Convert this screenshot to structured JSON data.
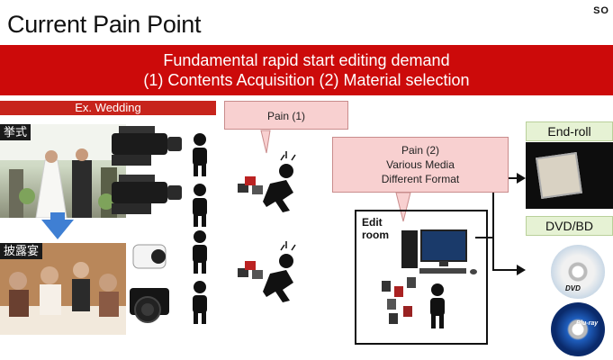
{
  "slide": {
    "title": "Current Pain Point",
    "brand": "SO"
  },
  "banner": {
    "line1": "Fundamental rapid start editing demand",
    "line2": "(1) Contents Acquisition (2) Material selection"
  },
  "left": {
    "section_label": "Ex. Wedding",
    "ceremony_label": "挙式",
    "reception_label": "披露宴"
  },
  "callouts": {
    "pain1": "Pain (1)",
    "pain2_line1": "Pain (2)",
    "pain2_line2": "Various Media",
    "pain2_line3": "Different Format"
  },
  "edit_room": {
    "line1": "Edit",
    "line2": "room"
  },
  "outputs": {
    "endroll": "End-roll",
    "dvd_bd": "DVD/BD",
    "dvd_logo": "DVD",
    "bd_logo": "Blu-ray"
  },
  "colors": {
    "banner_red": "#cc0a0a",
    "callout_pink": "#f8d0d0",
    "label_green": "#e6f2d4",
    "arrow_blue": "#3f7fd3"
  }
}
